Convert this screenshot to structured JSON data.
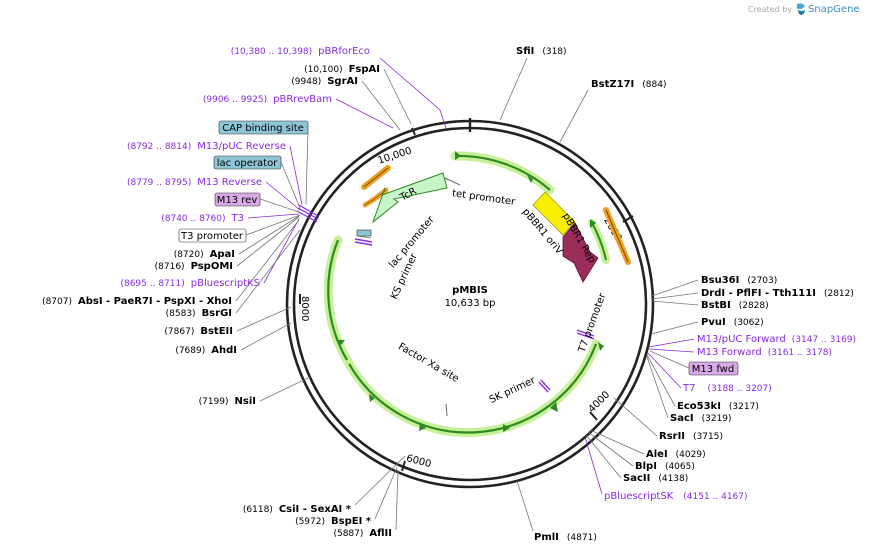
{
  "watermark": {
    "created_by": "Created by",
    "brand": "SnapGene"
  },
  "center": {
    "name": "pMBIS",
    "size": "10,633 bp"
  },
  "ticks": [
    {
      "label": "2000"
    },
    {
      "label": "4000"
    },
    {
      "label": "6000"
    },
    {
      "label": "8000"
    },
    {
      "label": "10,000"
    }
  ],
  "left_labels": [
    {
      "type": "feature",
      "range": "(10,380 .. 10,398)",
      "name": "pBRforEco"
    },
    {
      "type": "site",
      "coord": "(10,100)",
      "name": "FspAI"
    },
    {
      "type": "site",
      "coord": "(9948)",
      "name": "SgrAI"
    },
    {
      "type": "feature",
      "range": "(9906 .. 9925)",
      "name": "pBRrevBam"
    },
    {
      "type": "box",
      "name": "CAP binding site",
      "style": "blue"
    },
    {
      "type": "feature",
      "range": "(8792 .. 8814)",
      "name": "M13/pUC Reverse"
    },
    {
      "type": "box",
      "name": "lac operator",
      "style": "blue"
    },
    {
      "type": "feature",
      "range": "(8779 .. 8795)",
      "name": "M13 Reverse"
    },
    {
      "type": "box",
      "name": "M13 rev",
      "style": "purple"
    },
    {
      "type": "feature",
      "range": "(8740 .. 8760)",
      "name": "T3"
    },
    {
      "type": "box",
      "name": "T3 promoter",
      "style": "white"
    },
    {
      "type": "site",
      "coord": "(8720)",
      "name": "ApaI"
    },
    {
      "type": "site",
      "coord": "(8716)",
      "name": "PspOMI"
    },
    {
      "type": "feature",
      "range": "(8695 .. 8711)",
      "name": "pBluescriptKS"
    },
    {
      "type": "multi",
      "coord": "(8707)",
      "name": "AbsI  - PaeR7I  - PspXI  - XhoI"
    },
    {
      "type": "site",
      "coord": "(8583)",
      "name": "BsrGI"
    },
    {
      "type": "site",
      "coord": "(7867)",
      "name": "BstEII"
    },
    {
      "type": "site",
      "coord": "(7689)",
      "name": "AhdI"
    },
    {
      "type": "site",
      "coord": "(7199)",
      "name": "NsiI"
    },
    {
      "type": "multi",
      "coord": "(6118)",
      "name": "CsiI  - SexAI *"
    },
    {
      "type": "site",
      "coord": "(5972)",
      "name": "BspEI *"
    },
    {
      "type": "site",
      "coord": "(5887)",
      "name": "AflII"
    }
  ],
  "right_labels": [
    {
      "type": "site",
      "name": "SfiI",
      "coord": "(318)"
    },
    {
      "type": "site",
      "name": "BstZ17I",
      "coord": "(884)"
    },
    {
      "type": "site",
      "name": "Bsu36I",
      "coord": "(2703)"
    },
    {
      "type": "multi",
      "name": "DrdI  - PflFI  - Tth111I",
      "coord": "(2812)"
    },
    {
      "type": "site",
      "name": "BstBI",
      "coord": "(2828)"
    },
    {
      "type": "site",
      "name": "PvuI",
      "coord": "(3062)"
    },
    {
      "type": "feature",
      "name": "M13/pUC Forward",
      "range": "(3147 .. 3169)"
    },
    {
      "type": "feature",
      "name": "M13 Forward",
      "range": "(3161 .. 3178)"
    },
    {
      "type": "box",
      "name": "M13 fwd",
      "style": "purple"
    },
    {
      "type": "feature",
      "name": "T7",
      "range": "(3188 .. 3207)"
    },
    {
      "type": "site",
      "name": "Eco53kI",
      "coord": "(3217)"
    },
    {
      "type": "site",
      "name": "SacI",
      "coord": "(3219)"
    },
    {
      "type": "site",
      "name": "RsrII",
      "coord": "(3715)"
    },
    {
      "type": "site",
      "name": "AleI",
      "coord": "(4029)"
    },
    {
      "type": "site",
      "name": "BlpI",
      "coord": "(4065)"
    },
    {
      "type": "site",
      "name": "SacII",
      "coord": "(4138)"
    },
    {
      "type": "feature",
      "name": "pBluescriptSK",
      "range": "(4151 .. 4167)"
    },
    {
      "type": "site",
      "name": "PmlI",
      "coord": "(4871)"
    }
  ],
  "inner_labels": {
    "tcr": "TcR",
    "tet_promoter": "tet promoter",
    "lac_promoter": "lac promoter",
    "ks_primer": "KS primer",
    "pbbr1_oriv": "pBBR1 oriV",
    "pbbr1_rep": "pBBR1 Rep",
    "t7_promoter": "T7 promoter",
    "sk_primer": "SK primer",
    "factor_xa": "Factor Xa site"
  },
  "colors": {
    "feature": "#8a2be2",
    "blue_box": "#8ec6d8",
    "purple_box": "#d9a9e8",
    "orf_green": "#2e8b22",
    "orf_glow": "#c8f09a",
    "yellow": "#f8f000",
    "rep": "#9b2d5a",
    "primer_orange": "#f0a020"
  }
}
